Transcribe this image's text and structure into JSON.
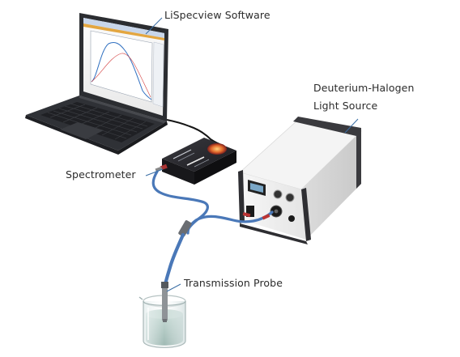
{
  "labels": {
    "software": "LiSpecview Software",
    "light_source_line1": "Deuterium-Halogen",
    "light_source_line2": "Light Source",
    "spectrometer": "Spectrometer",
    "probe": "Transmission Probe"
  },
  "colors": {
    "label_text": "#2b2b2b",
    "leader_line": "#3a6ea5",
    "fiber": "#4a78b8",
    "laptop_body": "#2d2f33",
    "light_source_body": "#eeeeee",
    "spectrometer_body": "#222222"
  },
  "icons": {
    "laptop": "laptop-icon",
    "spectrometer": "spectrometer-icon",
    "light_source": "light-source-icon",
    "probe": "probe-icon",
    "beaker": "beaker-icon"
  }
}
